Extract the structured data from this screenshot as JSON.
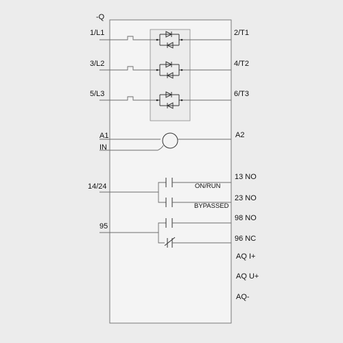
{
  "device": {
    "designation": "-Q"
  },
  "main_circuit": {
    "inputs": [
      "1/L1",
      "3/L2",
      "5/L3"
    ],
    "outputs": [
      "2/T1",
      "4/T2",
      "6/T3"
    ]
  },
  "control": {
    "coil_left_top": "A1",
    "coil_left_bottom": "IN",
    "coil_right": "A2"
  },
  "relays": {
    "common_1": "14/24",
    "no_13": "13 NO",
    "label_on_run": "ON/RUN",
    "no_23": "23 NO",
    "label_bypassed": "BYPASSED",
    "common_2": "95",
    "no_98": "98 NO",
    "nc_96": "96 NC"
  },
  "analog": {
    "out_i": "AQ I+",
    "out_u": "AQ U+",
    "out_minus": "AQ-"
  },
  "colors": {
    "background": "#ececec",
    "line": "#6b6b6b",
    "text": "#111111"
  }
}
